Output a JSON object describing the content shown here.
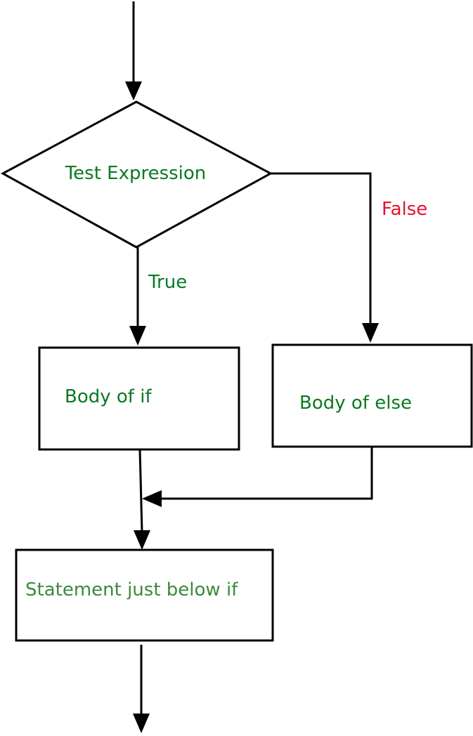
{
  "diagram": {
    "type": "flowchart",
    "colors": {
      "node_text": "#0a7a22",
      "node_text_bottom": "#3d8a3a",
      "true_label": "#0a7a22",
      "false_label": "#e8102c",
      "line": "#000000"
    },
    "nodes": {
      "decision": {
        "label": "Test Expression",
        "shape": "diamond"
      },
      "body_if": {
        "label": "Body of if",
        "shape": "rectangle"
      },
      "body_else": {
        "label": "Body of else",
        "shape": "rectangle"
      },
      "after": {
        "label": "Statement just below if",
        "shape": "rectangle"
      }
    },
    "edges": {
      "entry": {
        "from": "start",
        "to": "decision",
        "label": ""
      },
      "true_branch": {
        "from": "decision",
        "to": "body_if",
        "label": "True"
      },
      "false_branch": {
        "from": "decision",
        "to": "body_else",
        "label": "False"
      },
      "if_merge": {
        "from": "body_if",
        "to": "after",
        "label": ""
      },
      "else_merge": {
        "from": "body_else",
        "to": "after",
        "label": ""
      },
      "exit": {
        "from": "after",
        "to": "end",
        "label": ""
      }
    }
  }
}
